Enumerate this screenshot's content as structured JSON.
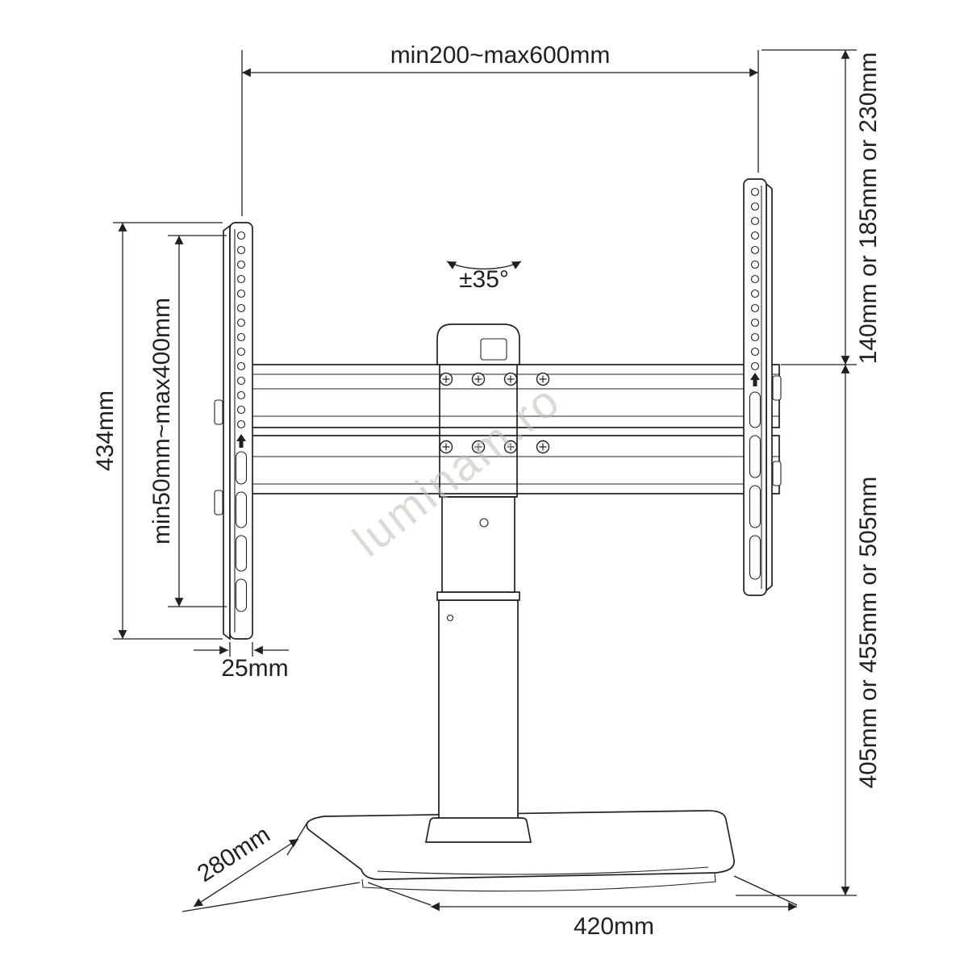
{
  "diagram": {
    "type": "technical-dimension-drawing",
    "subject": "tabletop-tv-stand-with-vesa-brackets",
    "watermark": "luminam.ro",
    "line_color": "#231f20",
    "watermark_color": "#c3bbb2",
    "labels": {
      "top_width": "min200~max600mm",
      "right_upper_height": "140mm or 185mm or 230mm",
      "right_lower_height": "405mm or 455mm or 505mm",
      "left_bracket_height": "434mm",
      "left_vesa_range": "min50mm~max400mm",
      "swivel_angle": "±35°",
      "bracket_thickness": "25mm",
      "base_depth": "280mm",
      "base_width": "420mm"
    }
  }
}
